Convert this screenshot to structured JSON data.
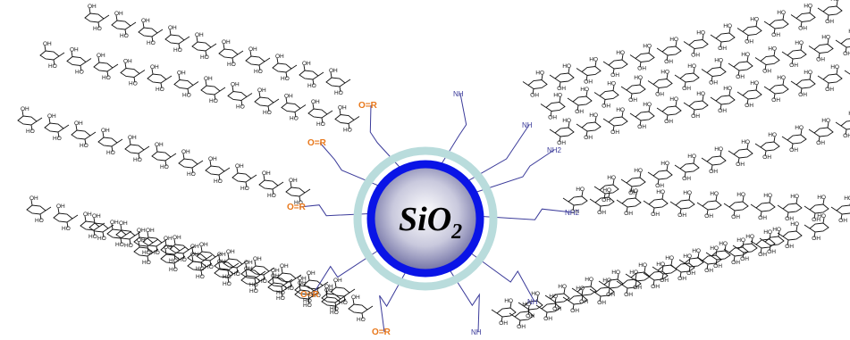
{
  "core": {
    "label": "SiO",
    "subscript": "2",
    "colors": {
      "outer_ring": "#b9dcdc",
      "blue_ring": "#0a14e6",
      "gradient_center": "#ffffff",
      "gradient_edge": "#6a6aa0"
    }
  },
  "labels": {
    "hydroxyl": "OH",
    "hydroxyl_rev": "HO",
    "amine": "NH",
    "amine_2": "NH2",
    "ester": "O=R"
  },
  "colors": {
    "linker": "#3b3b9a",
    "ester": "#e8771a",
    "ring": "#111111"
  }
}
